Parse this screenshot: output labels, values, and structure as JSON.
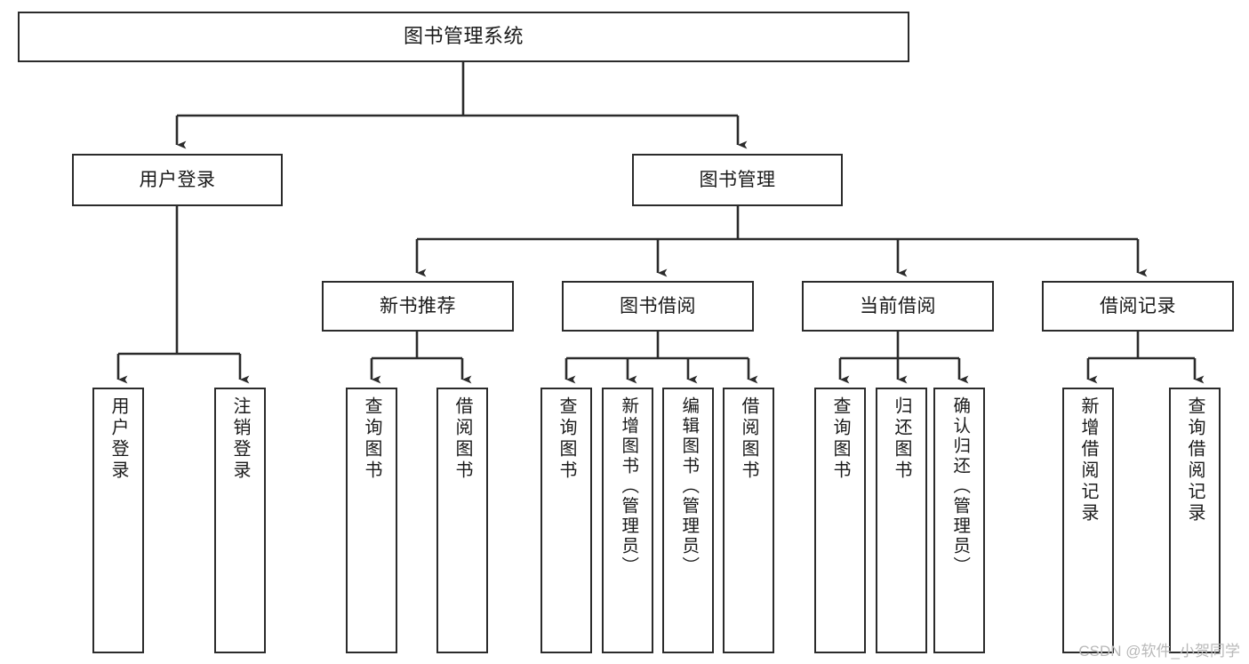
{
  "diagram": {
    "type": "tree-hierarchy",
    "title": "图书管理系统",
    "watermark": "CSDN @软件_小贺同学",
    "colors": {
      "border": "#2b2b2b",
      "background": "#ffffff",
      "text": "#1a1a1a",
      "watermark": "#b9b9b9"
    },
    "nodes": {
      "root": {
        "label": "图书管理系统",
        "level": 1
      },
      "l2": [
        {
          "id": "user-login",
          "label": "用户登录",
          "level": 2
        },
        {
          "id": "book-manage",
          "label": "图书管理",
          "level": 2
        }
      ],
      "l3": [
        {
          "id": "new-book-recommend",
          "label": "新书推荐",
          "level": 3,
          "parent": "book-manage"
        },
        {
          "id": "book-borrow",
          "label": "图书借阅",
          "level": 3,
          "parent": "book-manage"
        },
        {
          "id": "current-borrow",
          "label": "当前借阅",
          "level": 3,
          "parent": "book-manage"
        },
        {
          "id": "borrow-record",
          "label": "借阅记录",
          "level": 3,
          "parent": "book-manage"
        }
      ],
      "leaves": [
        {
          "id": "leaf-user-login",
          "label": "用户登录",
          "parent": "user-login"
        },
        {
          "id": "leaf-logout",
          "label": "注销登录",
          "parent": "user-login"
        },
        {
          "id": "leaf-query-book-1",
          "label": "查询图书",
          "parent": "new-book-recommend"
        },
        {
          "id": "leaf-borrow-book-1",
          "label": "借阅图书",
          "parent": "new-book-recommend"
        },
        {
          "id": "leaf-query-book-2",
          "label": "查询图书",
          "parent": "book-borrow"
        },
        {
          "id": "leaf-add-book",
          "label": "新增图书（管理员）",
          "parent": "book-borrow"
        },
        {
          "id": "leaf-edit-book",
          "label": "编辑图书（管理员）",
          "parent": "book-borrow"
        },
        {
          "id": "leaf-borrow-book-2",
          "label": "借阅图书",
          "parent": "book-borrow"
        },
        {
          "id": "leaf-query-book-3",
          "label": "查询图书",
          "parent": "current-borrow"
        },
        {
          "id": "leaf-return-book",
          "label": "归还图书",
          "parent": "current-borrow"
        },
        {
          "id": "leaf-confirm-return",
          "label": "确认归还（管理员）",
          "parent": "current-borrow"
        },
        {
          "id": "leaf-add-record",
          "label": "新增借阅记录",
          "parent": "borrow-record"
        },
        {
          "id": "leaf-query-record",
          "label": "查询借阅记录",
          "parent": "borrow-record"
        }
      ]
    }
  }
}
